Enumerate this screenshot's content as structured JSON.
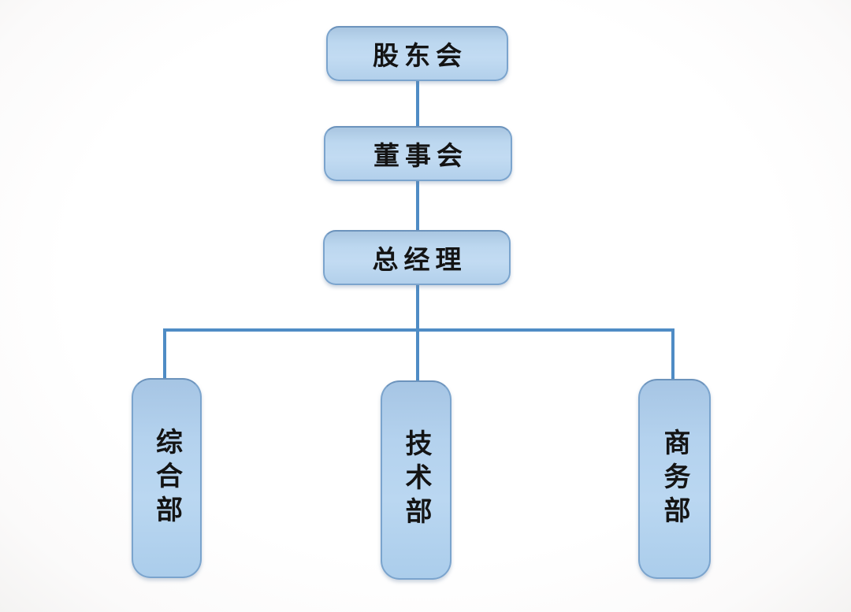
{
  "org_chart": {
    "type": "org-chart-diagram",
    "hierarchy": [
      {
        "id": "shareholders",
        "label": "股东会",
        "level": 1
      },
      {
        "id": "board",
        "label": "董事会",
        "level": 2
      },
      {
        "id": "general-manager",
        "label": "总经理",
        "level": 3
      }
    ],
    "departments": [
      {
        "id": "general-affairs-dept",
        "label": "综合部"
      },
      {
        "id": "technical-dept",
        "label": "技术部"
      },
      {
        "id": "business-dept",
        "label": "商务部"
      }
    ],
    "colors": {
      "box_fill_top": "#a9c6e1",
      "box_fill_bottom": "#b2d0eb",
      "box_border": "#7ba4cd",
      "connector": "#4f8cc5",
      "text": "#141414",
      "background": "#ffffff"
    }
  }
}
